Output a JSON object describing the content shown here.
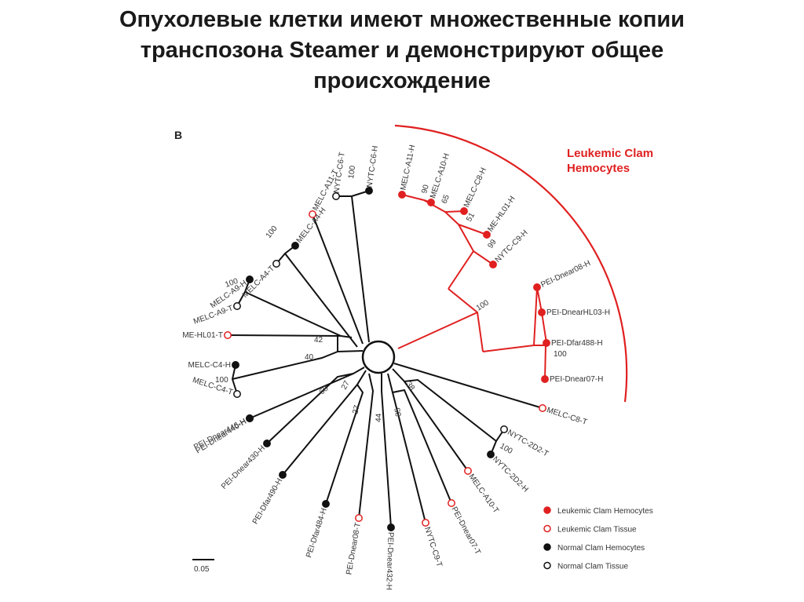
{
  "title": {
    "line1": "Опухолевые клетки имеют множественные копии",
    "line2": "транспозона Steamer и демонстрируют общее",
    "line3": "происхождение"
  },
  "panel_label": "B",
  "clade_label": {
    "line1": "Leukemic Clam",
    "line2": "Hemocytes"
  },
  "scale_label": "0.05",
  "colors": {
    "red": "#e02020",
    "black": "#111111"
  },
  "legend": [
    {
      "label": "Leukemic Clam Hemocytes",
      "color": "red",
      "filled": true
    },
    {
      "label": "Leukemic Clam Tissue",
      "color": "red",
      "filled": false
    },
    {
      "label": "Normal Clam Hemocytes",
      "color": "black",
      "filled": true
    },
    {
      "label": "Normal Clam Tissue",
      "color": "black",
      "filled": false
    }
  ],
  "leaves": [
    {
      "label": "NYTC-C6-H",
      "color": "black",
      "filled": true
    },
    {
      "label": "NYTC-C6-T",
      "color": "black",
      "filled": false
    },
    {
      "label": "MELC-A11-T",
      "color": "red",
      "filled": false
    },
    {
      "label": "MELC-A4-H",
      "color": "black",
      "filled": true
    },
    {
      "label": "MELC-A4-T",
      "color": "black",
      "filled": false
    },
    {
      "label": "MELC-A9-H",
      "color": "black",
      "filled": true
    },
    {
      "label": "MELC-A9-T",
      "color": "black",
      "filled": false
    },
    {
      "label": "ME-HL01-T",
      "color": "red",
      "filled": false
    },
    {
      "label": "MELC-C4-H",
      "color": "black",
      "filled": true
    },
    {
      "label": "MELC-C4-T",
      "color": "black",
      "filled": false
    },
    {
      "label": "PEI-Dnear446-H",
      "color": "black",
      "filled": true
    },
    {
      "label": "PEI-Dnear440-H",
      "color": "black",
      "filled": true
    },
    {
      "label": "PEI-Dnear430-H",
      "color": "black",
      "filled": true
    },
    {
      "label": "PEI-Dfar490-H",
      "color": "black",
      "filled": true
    },
    {
      "label": "PEI-Dfar484-H",
      "color": "black",
      "filled": true
    },
    {
      "label": "PEI-Dnear08-T",
      "color": "red",
      "filled": false
    },
    {
      "label": "PEI-Dnear432-H",
      "color": "black",
      "filled": true
    },
    {
      "label": "NYTC-C9-T",
      "color": "red",
      "filled": false
    },
    {
      "label": "PEI-Dnear07-T",
      "color": "red",
      "filled": false
    },
    {
      "label": "MELC-A10-T",
      "color": "red",
      "filled": false
    },
    {
      "label": "NYTC-2D2-H",
      "color": "black",
      "filled": true
    },
    {
      "label": "NYTC-2D2-T",
      "color": "black",
      "filled": false
    },
    {
      "label": "MELC-C8-T",
      "color": "red",
      "filled": false
    },
    {
      "label": "PEI-Dnear07-H",
      "color": "red",
      "filled": true
    },
    {
      "label": "PEI-Dfar488-H",
      "color": "red",
      "filled": true
    },
    {
      "label": "PEI-DnearHL03-H",
      "color": "red",
      "filled": true
    },
    {
      "label": "PEI-Dnear08-H",
      "color": "red",
      "filled": true
    },
    {
      "label": "NYTC-C9-H",
      "color": "red",
      "filled": true
    },
    {
      "label": "ME-HL01-H",
      "color": "red",
      "filled": true
    },
    {
      "label": "MELC-C8-H",
      "color": "red",
      "filled": true
    },
    {
      "label": "MELC-A10-H",
      "color": "red",
      "filled": true
    },
    {
      "label": "MELC-A11-H",
      "color": "red",
      "filled": true
    }
  ],
  "support_values": [
    "100",
    "100",
    "100",
    "42",
    "40",
    "100",
    "68",
    "27",
    "27",
    "44",
    "35",
    "38",
    "100",
    "90",
    "65",
    "51",
    "99",
    "100",
    "100"
  ]
}
